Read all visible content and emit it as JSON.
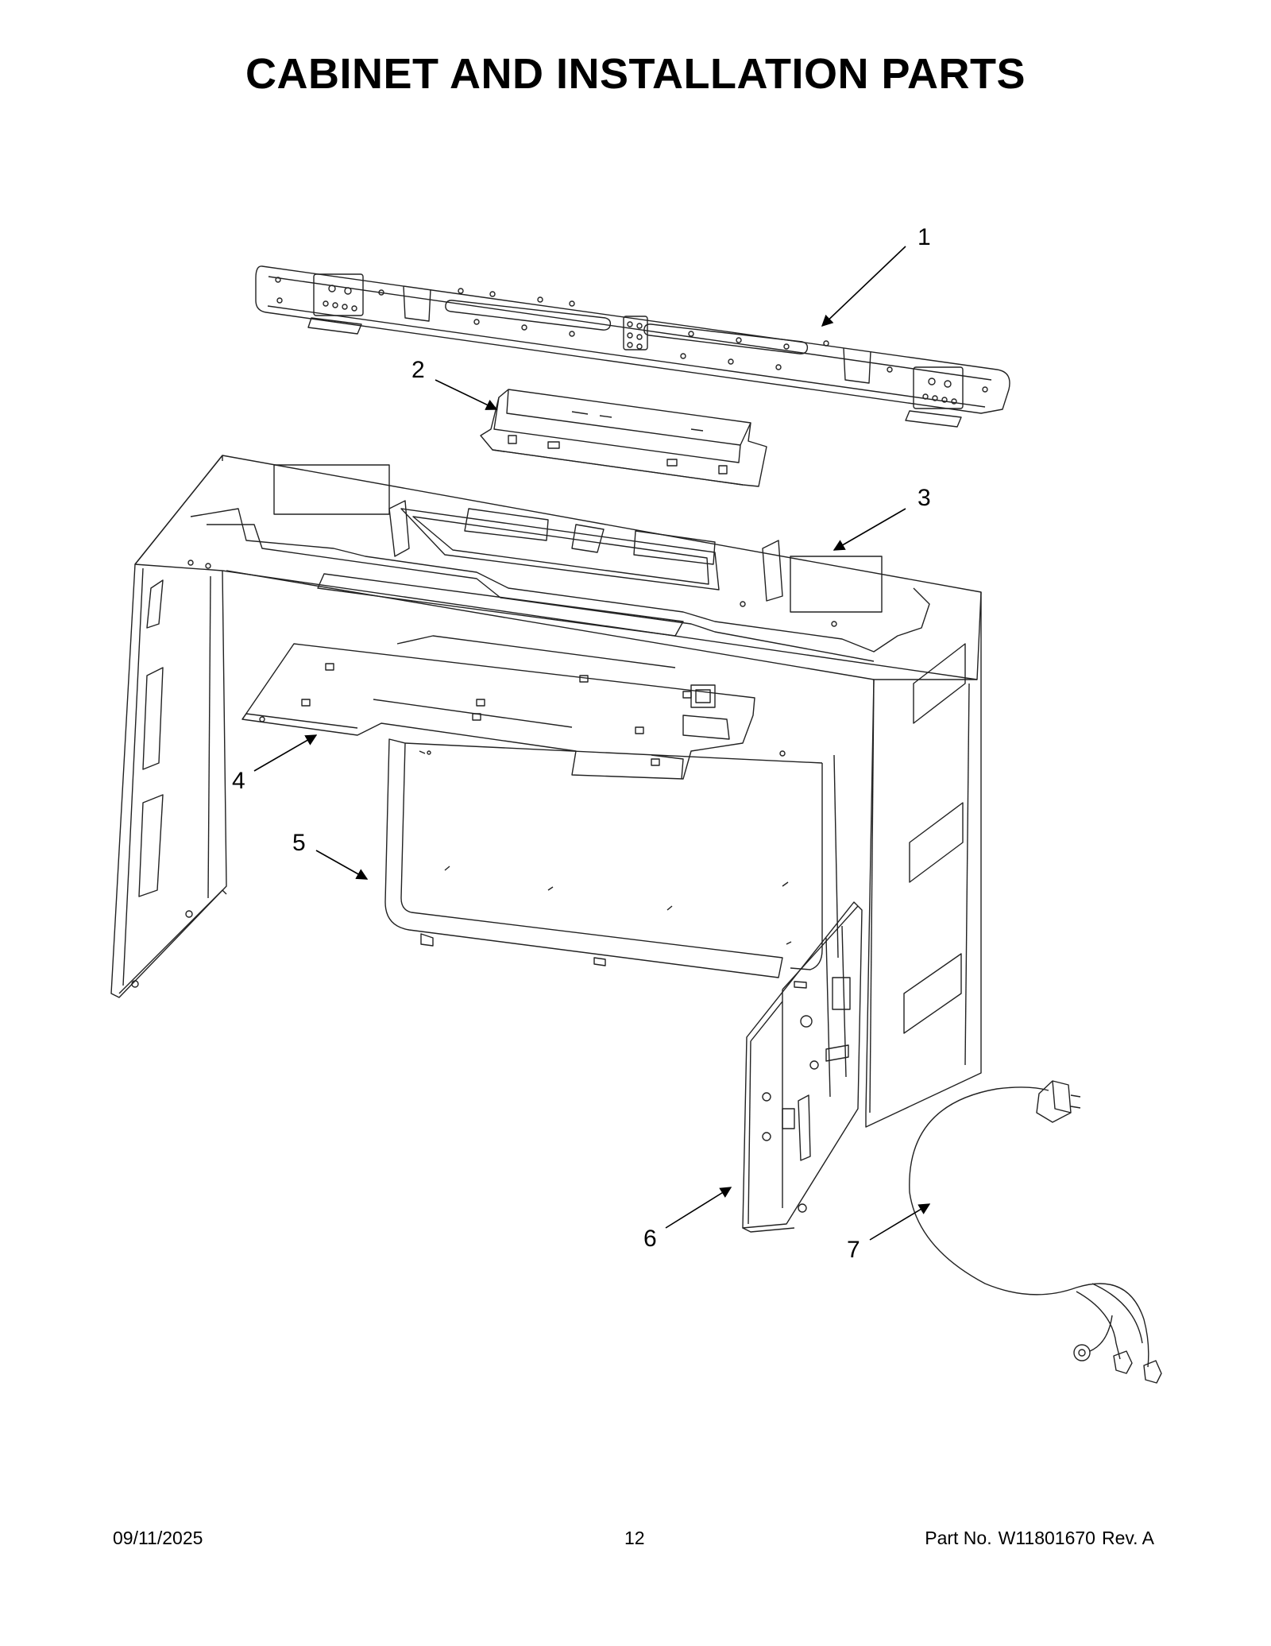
{
  "title": "CABINET AND INSTALLATION PARTS",
  "callouts": [
    "1",
    "2",
    "3",
    "4",
    "5",
    "6",
    "7"
  ],
  "footer": {
    "date": "09/11/2025",
    "page": "12",
    "part_label": "Part No.",
    "part_number": "W11801670",
    "rev": "Rev.  A"
  }
}
